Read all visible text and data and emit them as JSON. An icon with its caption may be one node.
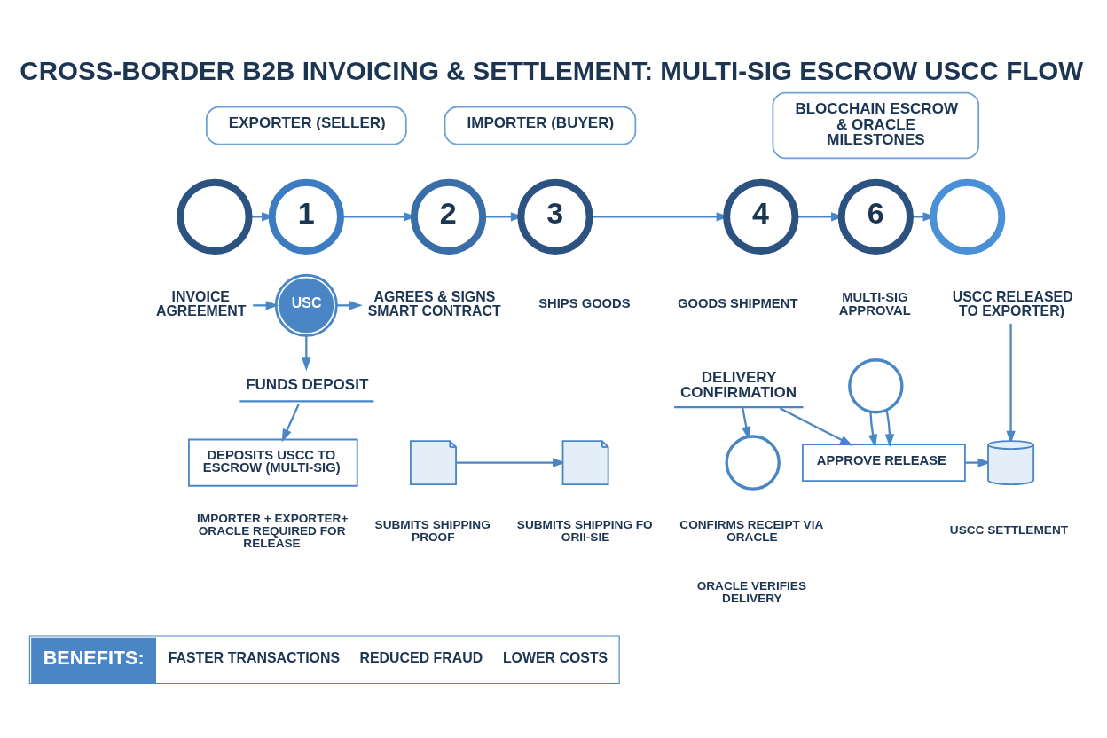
{
  "diagram": {
    "title": "CROSS-BORDER B2B INVOICING & SETTLEMENT: MULTI-SIG ESCROW USCC FLOW",
    "nodes": [
      {
        "text": [
          "EXPORTER (SELLER)"
        ]
      },
      {
        "text": [
          "IMPORTER (BUYER)"
        ]
      },
      {
        "text": [
          "BLOCCHAIN ESCROW & ORACLE",
          "MILESTONES"
        ]
      },
      {
        "text": [],
        "shape": "circle"
      },
      {
        "text": [
          "1"
        ]
      },
      {
        "text": [
          "2"
        ]
      },
      {
        "text": [
          "3"
        ]
      },
      {
        "text": [
          "4"
        ]
      },
      {
        "text": [
          "6"
        ]
      },
      {
        "text": [],
        "shape": "circle"
      },
      {
        "text": [
          "INVOICE AGREEMENT"
        ]
      },
      {
        "text": [
          "USC"
        ]
      },
      {
        "text": [
          "AGREES & SIGNS SMART CONTRACT"
        ]
      },
      {
        "text": [
          "USCC RELEASED TO EXPORTER)"
        ]
      },
      {
        "text": [],
        "shape": "circle"
      },
      {
        "text": [
          "FUNDS DEPOSIT"
        ]
      },
      {
        "text": [
          "DELIVERY CONFIRMATION"
        ]
      },
      {
        "text": [],
        "shape": "picture",
        "beside": [
          "SUBMITS SHIPPING PROOF"
        ]
      },
      {
        "text": [],
        "shape": "picture",
        "beside": [
          "SUBMITS SHIPPING FO ORII-SIE"
        ]
      },
      {
        "text": [
          "APPROVE RELEASE"
        ]
      },
      {
        "text": [],
        "shape": "cylinder",
        "beside": [
          "USCC SETTLEMENT"
        ]
      },
      {
        "text": [
          "DEPOSITS USCC TO ESCROW (MULTI-SIG)"
        ],
        "beside": [
          "IMPORTER + EXPORTER+ ORACLE REQUIRED FOR RELEASE"
        ]
      },
      {
        "text": [],
        "shape": "circle",
        "beside": [
          "CONFIRMS RECEIPT VIA ORACLE",
          "ORACLE VERIFIES DELIVERY"
        ]
      },
      {
        "text": [
          "BENEFITS:",
          "FASTER TRANSACTIONS",
          "REDUCED FRAUD",
          "LOWER COSTS"
        ]
      }
    ],
    "edges": [
      {
        "from": 3,
        "to": 4,
        "arrow": "to"
      },
      {
        "from": 4,
        "to": 5,
        "arrow": "to"
      },
      {
        "from": 5,
        "to": 6,
        "arrow": "to"
      },
      {
        "from": 6,
        "to": 7,
        "arrow": "to"
      },
      {
        "from": 7,
        "to": 8,
        "arrow": "to"
      },
      {
        "from": 8,
        "to": 9,
        "arrow": "to"
      },
      {
        "from": 10,
        "to": 11,
        "arrow": "to"
      },
      {
        "from": 11,
        "to": 12,
        "arrow": "to"
      },
      {
        "from": 11,
        "to": 15,
        "arrow": "to"
      },
      {
        "from": 15,
        "to": 21,
        "arrow": "to"
      },
      {
        "from": 17,
        "to": 18,
        "arrow": "to"
      },
      {
        "from": 16,
        "to": 22,
        "arrow": "to"
      },
      {
        "from": 16,
        "to": 19,
        "arrow": "to"
      },
      {
        "from": 14,
        "to": 19,
        "arrow": "to"
      },
      {
        "from": 14,
        "to": 19,
        "arrow": "to"
      },
      {
        "from": 19,
        "to": 20,
        "arrow": "to"
      },
      {
        "from": 13,
        "to": 20,
        "arrow": "to"
      }
    ],
    "labels": [
      "SHIPS GOODS",
      "GOODS SHIPMENT",
      "MULTI-SIG APPROVAL"
    ]
  }
}
